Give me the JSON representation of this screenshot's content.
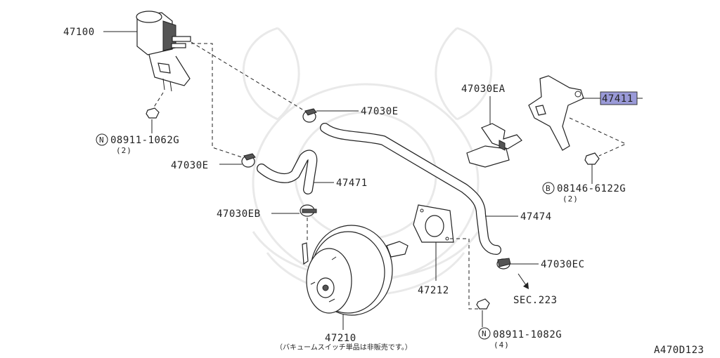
{
  "diagram": {
    "figure_code": "A470D123",
    "highlight_color": "#9a9ad8",
    "labels": {
      "p47100": "47100",
      "p47030e_a": "47030E",
      "p08911_1062g": "08911-1062G",
      "p08911_1062g_qty": "(2)",
      "p47030e_b": "47030E",
      "p47471": "47471",
      "p47030eb": "47030EB",
      "p47210": "47210",
      "p47210_note": "（バキュームスイッチ単品は非販売です。）",
      "p47212": "47212",
      "p47030ea": "47030EA",
      "p47411": "47411",
      "p08146_6122g": "08146-6122G",
      "p08146_6122g_qty": "(2)",
      "p47474": "47474",
      "p47030ec": "47030EC",
      "sec223": "SEC.223",
      "p08911_1082g": "08911-1082G",
      "p08911_1082g_qty": "(4)"
    },
    "symbols": {
      "n1": "N",
      "b1": "B",
      "n2": "N"
    }
  }
}
